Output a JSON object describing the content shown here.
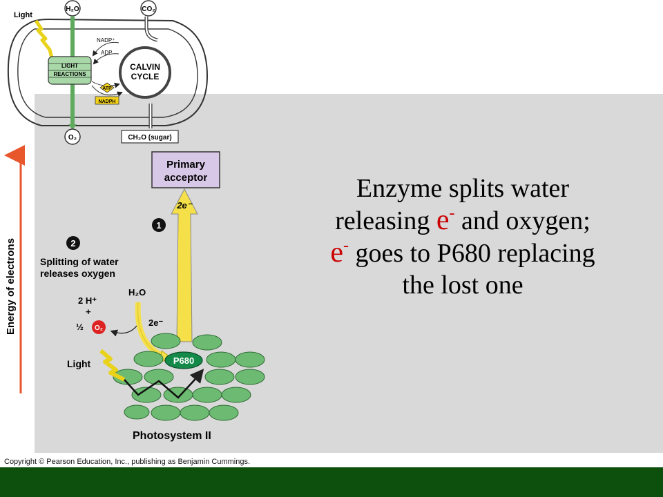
{
  "overview": {
    "light_label": "Light",
    "h2o_label": "H₂O",
    "co2_label": "CO₂",
    "nadp_label": "NADP⁺",
    "adp_label": "ADP",
    "light_reactions_line1": "LIGHT",
    "light_reactions_line2": "REACTIONS",
    "calvin_line1": "CALVIN",
    "calvin_line2": "CYCLE",
    "atp_label": "ATP",
    "nadph_label": "NADPH",
    "o2_label": "O₂",
    "sugar_label": "CH₂O (sugar)"
  },
  "photosystem": {
    "axis_label": "Energy of electrons",
    "primary_acceptor_line1": "Primary",
    "primary_acceptor_line2": "acceptor",
    "electron_label": "2e⁻",
    "step1_badge": "1",
    "step2_badge": "2",
    "step2_line1": "Splitting of water",
    "step2_line2": "releases oxygen",
    "h2o_label": "H₂O",
    "proton_label": "2 H⁺",
    "plus_label": "+",
    "half_label": "½",
    "o2_label": "O₂",
    "electron2_label": "2e⁻",
    "light_label": "Light",
    "p680_label": "P680",
    "title": "Photosystem II"
  },
  "copyright": "Copyright © Pearson Education, Inc., publishing as Benjamin Cummings.",
  "slide_text": {
    "line1": "Enzyme splits water",
    "line2_a": "releasing ",
    "e_symbol": "e",
    "minus": "-",
    "line2_b": " and oxygen;",
    "line3_b": " goes to P680 replacing",
    "line4": "the lost one"
  },
  "colors": {
    "panel_gray": "#d9d9d9",
    "footer_green": "#0d4f0d",
    "accent_red": "#cc0000",
    "arrow_yellow": "#f5e04a",
    "chlorophyll_green": "#6dba72",
    "acceptor_purple": "#d8c8e8"
  }
}
